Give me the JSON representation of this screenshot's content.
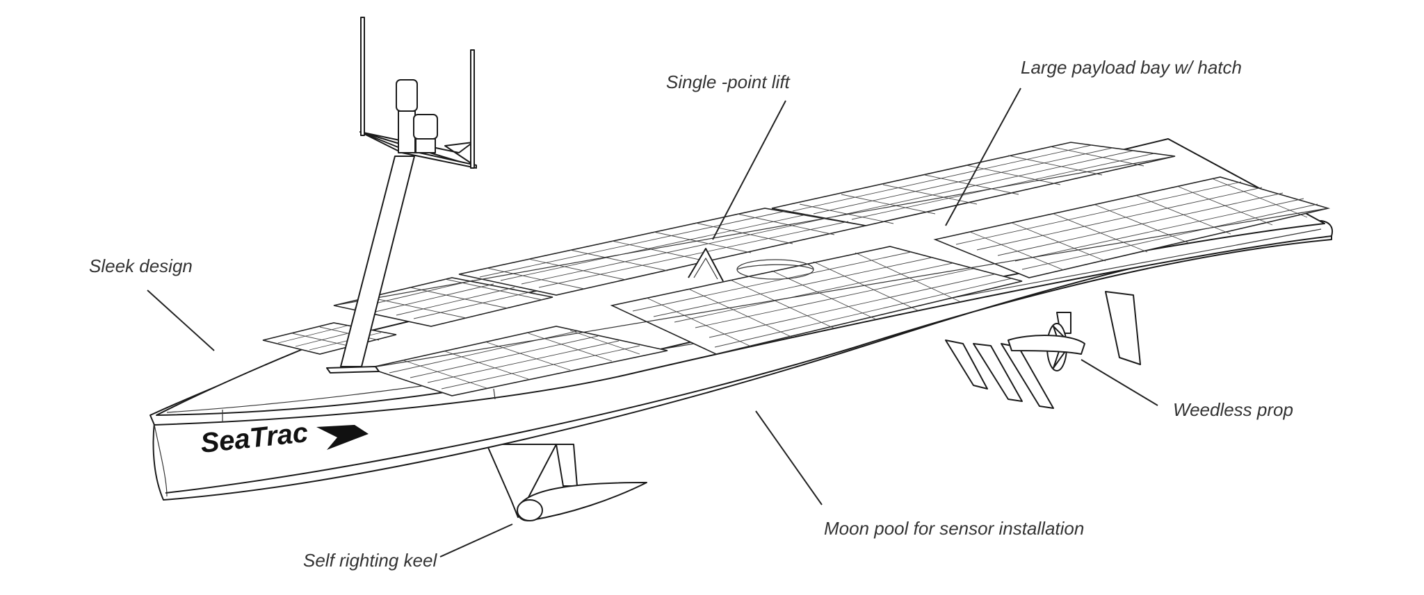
{
  "brand": {
    "name": "SeaTrac"
  },
  "callouts": {
    "single_point_lift": "Single -point lift",
    "payload_bay": "Large payload bay w/ hatch",
    "sleek_design": "Sleek design",
    "weedless_prop": "Weedless prop",
    "moon_pool": "Moon pool for sensor installation",
    "self_righting_keel": "Self righting keel"
  },
  "colors": {
    "ink": "#1a1a1a",
    "label": "#333333",
    "background": "#ffffff"
  }
}
